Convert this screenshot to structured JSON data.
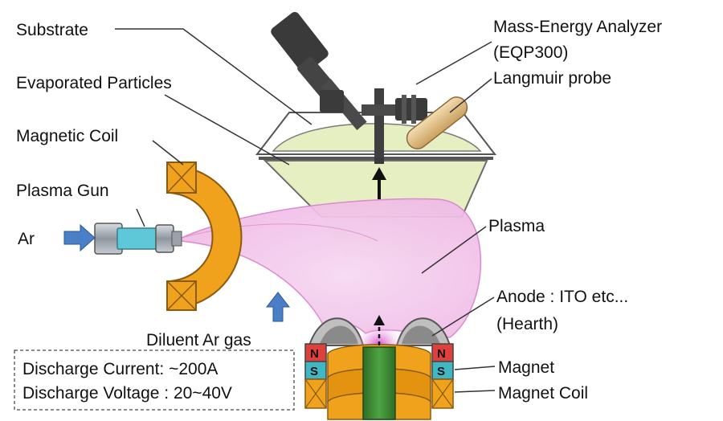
{
  "labels": {
    "substrate": "Substrate",
    "evaporated_particles": "Evaporated Particles",
    "magnetic_coil": "Magnetic Coil",
    "plasma_gun": "Plasma Gun",
    "ar": "Ar",
    "diluent_ar_gas": "Diluent Ar gas",
    "mass_energy_analyzer": "Mass-Energy Analyzer",
    "eqp300": "(EQP300)",
    "langmuir_probe": "Langmuir probe",
    "plasma": "Plasma",
    "anode": "Anode : ITO etc...",
    "hearth": "(Hearth)",
    "magnet": "Magnet",
    "magnet_coil": "Magnet Coil",
    "pole_n": "N",
    "pole_s": "S"
  },
  "discharge_box": {
    "current": "Discharge Current: ~200A",
    "voltage": "Discharge Voltage : 20~40V"
  },
  "colors": {
    "coil": "#f0a21c",
    "plasma": "#f3c6ec",
    "particles": "#e6efc2",
    "gun_body": "#5fc8d8",
    "arrow_blue": "#4a7fc8",
    "north_pole": "#e0403c",
    "south_pole": "#3fb8c4",
    "anode_rod": "#3e8a35",
    "probe": "#e8c68a"
  }
}
